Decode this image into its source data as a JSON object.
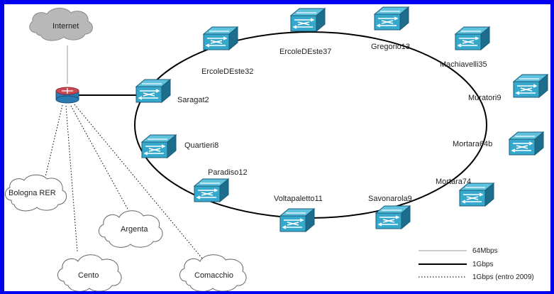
{
  "internet_label": "Internet",
  "switches": [
    {
      "id": "saragat2",
      "label": "Saragat2"
    },
    {
      "id": "ercoledeste32",
      "label": "ErcoleDEste32"
    },
    {
      "id": "ercoledeste37",
      "label": "ErcoleDEste37"
    },
    {
      "id": "gregorio13",
      "label": "Gregorio13"
    },
    {
      "id": "machiavelli35",
      "label": "Machiavelli35"
    },
    {
      "id": "muratori9",
      "label": "Muratori9"
    },
    {
      "id": "mortara64b",
      "label": "Mortara64b"
    },
    {
      "id": "mortara74",
      "label": "Mortara74"
    },
    {
      "id": "savonarola9",
      "label": "Savonarola9"
    },
    {
      "id": "voltapaletto11",
      "label": "Voltapaletto11"
    },
    {
      "id": "paradiso12",
      "label": "Paradiso12"
    },
    {
      "id": "quartieri8",
      "label": "Quartieri8"
    }
  ],
  "remote_clouds": [
    {
      "id": "bologna-rer",
      "label": "Bologna RER"
    },
    {
      "id": "argenta",
      "label": "Argenta"
    },
    {
      "id": "cento",
      "label": "Cento"
    },
    {
      "id": "comacchio",
      "label": "Comacchio"
    }
  ],
  "legend": [
    {
      "style": "thin",
      "label": "64Mbps"
    },
    {
      "style": "solid",
      "label": "1Gbps"
    },
    {
      "style": "dotted",
      "label": "1Gbps (entro 2009)"
    }
  ],
  "colors": {
    "border": "#0000ee",
    "switch_face": "#35a8cc",
    "switch_side": "#1d6e8c",
    "router_top": "#c94a55",
    "router_body": "#2a79b0",
    "cloud": "#ffffff",
    "cloud_internet": "#b8b8b8"
  }
}
